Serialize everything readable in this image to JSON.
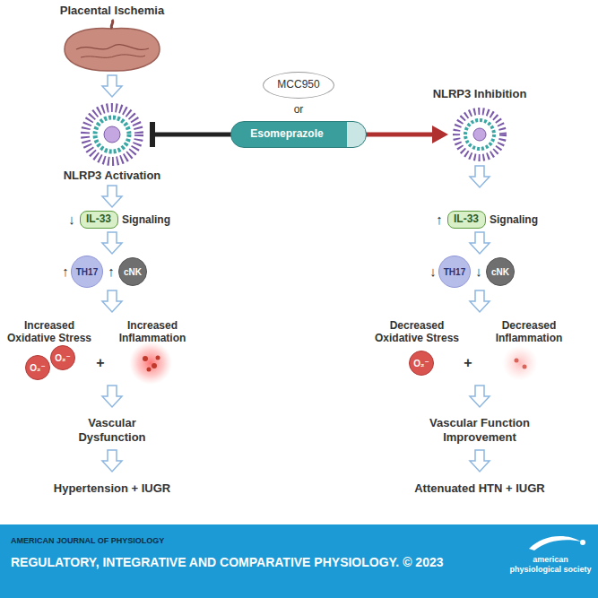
{
  "diagram": {
    "nodes": [
      {
        "text": [
          "MCC950"
        ]
      },
      {
        "text": [
          "Esomeprazole"
        ]
      },
      {
        "text": [
          "IL-33"
        ]
      },
      {
        "text": [
          "TH17"
        ]
      },
      {
        "text": [
          "cNK"
        ]
      },
      {
        "text": [
          "IL-33"
        ]
      },
      {
        "text": [
          "TH17"
        ]
      },
      {
        "text": [
          "cNK"
        ]
      },
      {
        "text": [
          "O₂⁻"
        ]
      },
      {
        "text": [
          "O₂⁻"
        ]
      },
      {
        "text": [
          "O₂⁻"
        ]
      }
    ],
    "labels": [
      "Placental Ischemia",
      "NLRP3 Activation",
      "↓",
      "Signaling",
      "↑",
      "↑",
      "Increased Oxidative Stress",
      "+",
      "Increased Inflammation",
      "Vascular Dysfunction",
      "Hypertension + IUGR",
      "or",
      "NLRP3 Inhibition",
      "↑",
      "Signaling",
      "↓",
      "↓",
      "Decreased Oxidative Stress",
      "+",
      "Decreased Inflammation",
      "Vascular Function Improvement",
      "Attenuated HTN + IUGR",
      "AMERICAN JOURNAL OF PHYSIOLOGY",
      "REGULATORY, INTEGRATIVE AND COMPARATIVE PHYSIOLOGY. © 2023",
      "american physiological society"
    ]
  }
}
